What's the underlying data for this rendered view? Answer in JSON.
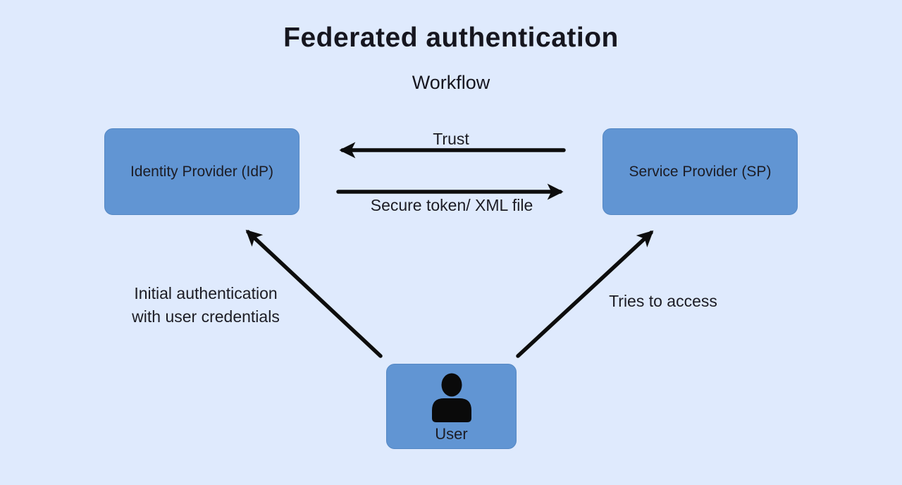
{
  "page": {
    "title": "Federated authentication",
    "subtitle": "Workflow"
  },
  "nodes": {
    "idp": {
      "label": "Identity Provider (IdP)"
    },
    "sp": {
      "label": "Service Provider (SP)"
    },
    "user": {
      "label": "User",
      "icon": "user-person-icon"
    }
  },
  "edges": {
    "trust": {
      "label": "Trust",
      "direction": "sp-to-idp"
    },
    "token": {
      "label": "Secure token/ XML file",
      "direction": "idp-to-sp"
    },
    "initial_auth": {
      "label_line1": "Initial authentication",
      "label_line2": "with user credentials",
      "direction": "user-to-idp"
    },
    "access": {
      "label": "Tries to access",
      "direction": "user-to-sp"
    }
  },
  "colors": {
    "background": "#dfeafd",
    "node_fill": "#6195d3",
    "node_border": "#5588c4",
    "arrow": "#0d0d0d",
    "title_text": "#16161f",
    "label_text": "#1c1c24"
  }
}
